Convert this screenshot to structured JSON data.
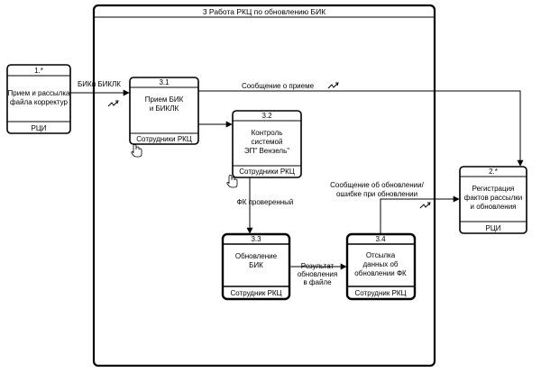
{
  "frame": {
    "title": "3 Работа РКЦ по обновлению БИК"
  },
  "nodes": {
    "n1": {
      "id": "1.*",
      "label": [
        "Прием и рассылка",
        "файла корректур"
      ],
      "role": "РЦИ"
    },
    "n31": {
      "id": "3.1",
      "label": [
        "Прием БИК",
        "и БИКЛК"
      ],
      "role": "Сотрудники РКЦ"
    },
    "n32": {
      "id": "3.2",
      "label": [
        "Контроль",
        "системой",
        "ЭП\" Вензель\""
      ],
      "role": "Сотрудники РКЦ"
    },
    "n33": {
      "id": "3.3",
      "label": [
        "Обновление",
        "БИК"
      ],
      "role": "Сотрудник РКЦ"
    },
    "n34": {
      "id": "3.4",
      "label": [
        "Отсылка",
        "данных об",
        "обновлении ФК"
      ],
      "role": "Сотрудник РКЦ"
    },
    "n2": {
      "id": "2.*",
      "label": [
        "Регистрация",
        "фактов рассылки",
        "и обновления"
      ],
      "role": "РЦИ"
    }
  },
  "flows": {
    "f_bik": "БИКи БИКЛК",
    "f_msg": "Сообщение о приеме",
    "f_fk": "ФК проверенный",
    "f_res": [
      "Результат",
      "обновления",
      "в файле"
    ],
    "f_upd": [
      "Сообщение об обновлении/",
      "ошибке при обновлении"
    ]
  },
  "icons": {
    "hand": "hand-cursor-icon",
    "signal": "signal-zigzag-icon"
  }
}
